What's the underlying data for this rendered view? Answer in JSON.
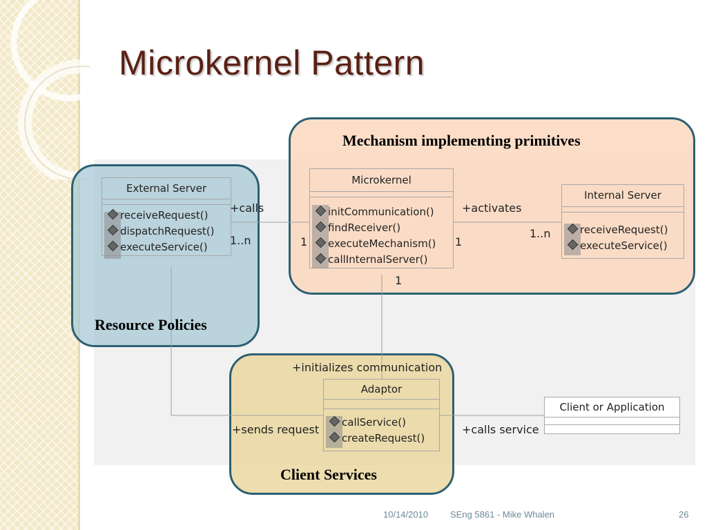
{
  "title": "Microkernel Pattern",
  "regions": {
    "mechanism": "Mechanism implementing primitives",
    "resource": "Resource Policies",
    "client": "Client Services"
  },
  "classes": {
    "external_server": {
      "name": "External Server",
      "ops": [
        "receiveRequest()",
        "dispatchRequest()",
        "executeService()"
      ]
    },
    "microkernel": {
      "name": "Microkernel",
      "ops": [
        "initCommunication()",
        "findReceiver()",
        "executeMechanism()",
        "callInternalServer()"
      ]
    },
    "internal_server": {
      "name": "Internal Server",
      "ops": [
        "receiveRequest()",
        "executeService()"
      ]
    },
    "adaptor": {
      "name": "Adaptor",
      "ops": [
        "callService()",
        "createRequest()"
      ]
    },
    "client_app": {
      "name": "Client or Application"
    }
  },
  "associations": {
    "calls": "+calls",
    "calls_mult_ext": "1..n",
    "calls_mult_mk": "1",
    "activates": "+activates",
    "activates_mult_mk": "1",
    "activates_mult_int": "1..n",
    "adaptor_mult_mk": "1",
    "initializes": "+initializes communication",
    "sends_request": "+sends request",
    "calls_service": "+calls service"
  },
  "footer": {
    "date": "10/14/2010",
    "course": "SEng 5861 - Mike Whalen",
    "page": "26"
  },
  "colors": {
    "title": "#5a1f14",
    "region_border": "#2c5f73",
    "mechanism_fill": "#fbd7bc",
    "resource_fill": "#a5c8d4",
    "client_fill": "#ebd7a0"
  }
}
